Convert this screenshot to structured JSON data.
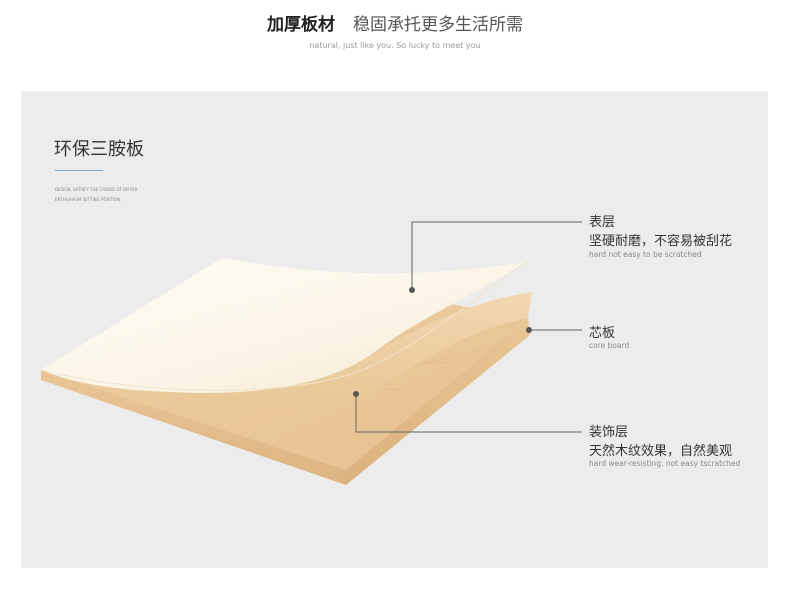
{
  "header": {
    "title_strong": "加厚板材",
    "title_light": "稳固承托更多生活所需",
    "subtitle": "natural, just like you. So lucky to meet you"
  },
  "product": {
    "title": "环保三胺板",
    "description_line1": "DESIGN, SATISFY THE CROWD OF DIFFER",
    "description_line2": "ENTHUSIASM SETTING POSITION."
  },
  "layers": [
    {
      "title": "表层",
      "cn": "坚硬耐磨，不容易被刮花",
      "en": "hard  not easy to be scratched"
    },
    {
      "title": "芯板",
      "cn": "",
      "en": "core board"
    },
    {
      "title": "装饰层",
      "cn": "天然木纹效果，自然美观",
      "en": "hard wear-resisting, not easy tscratched"
    }
  ],
  "colors": {
    "panel_bg": "#ececec",
    "accent_rule": "#7aa9cf",
    "surface_layer": "#fdf9f1",
    "wood_core": "#e3bc8c",
    "leader_line": "#555555"
  }
}
